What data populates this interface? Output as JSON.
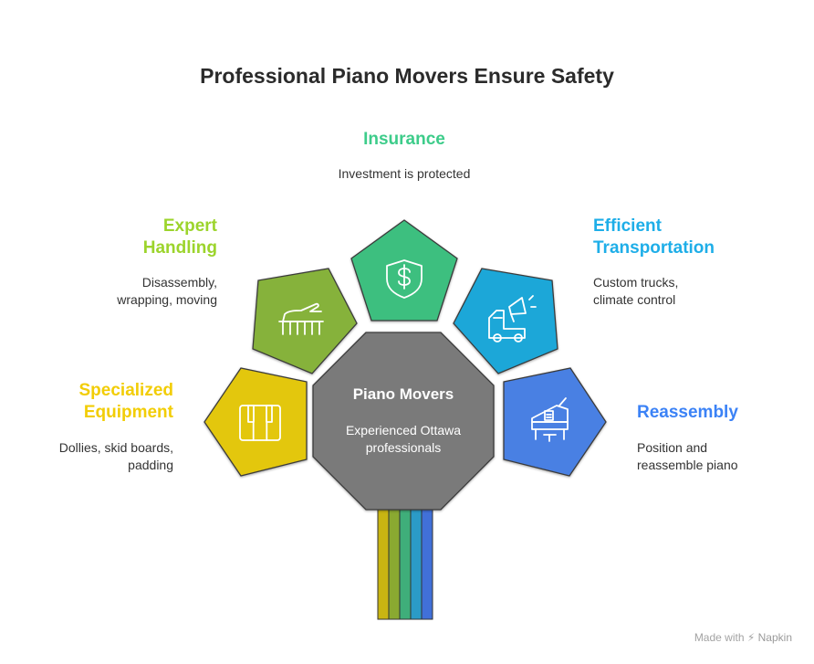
{
  "title": "Professional Piano Movers Ensure Safety",
  "center": {
    "title": "Piano Movers",
    "description": "Experienced Ottawa professionals",
    "color": "#7a7a7a"
  },
  "items": [
    {
      "label": "Insurance",
      "description": "Investment is protected",
      "color": "#3dbf7f",
      "icon": "shield-dollar-icon"
    },
    {
      "label": "Efficient Transportation",
      "description": "Custom trucks, climate control",
      "color": "#1da7d8",
      "icon": "truck-megaphone-icon"
    },
    {
      "label": "Reassembly",
      "description": "Position and reassemble piano",
      "color": "#4a80e3",
      "icon": "grand-piano-icon"
    },
    {
      "label": "Specialized Equipment",
      "description": "Dollies, skid boards, padding",
      "color": "#e3c711",
      "icon": "piano-keys-icon"
    },
    {
      "label": "Expert Handling",
      "description": "Disassembly, wrapping, moving",
      "color": "#86b23a",
      "icon": "hand-on-keys-icon"
    }
  ],
  "label_colors": {
    "insurance": "#3dcc8a",
    "transportation": "#1eaee8",
    "reassembly": "#3b82f6",
    "equipment": "#f2cd06",
    "handling": "#9cd42c"
  },
  "stripe_colors": [
    "#c9b512",
    "#8aa931",
    "#3fae7a",
    "#2b9bc7",
    "#4170d8"
  ],
  "credit": {
    "prefix": "Made with",
    "brand": "Napkin"
  }
}
